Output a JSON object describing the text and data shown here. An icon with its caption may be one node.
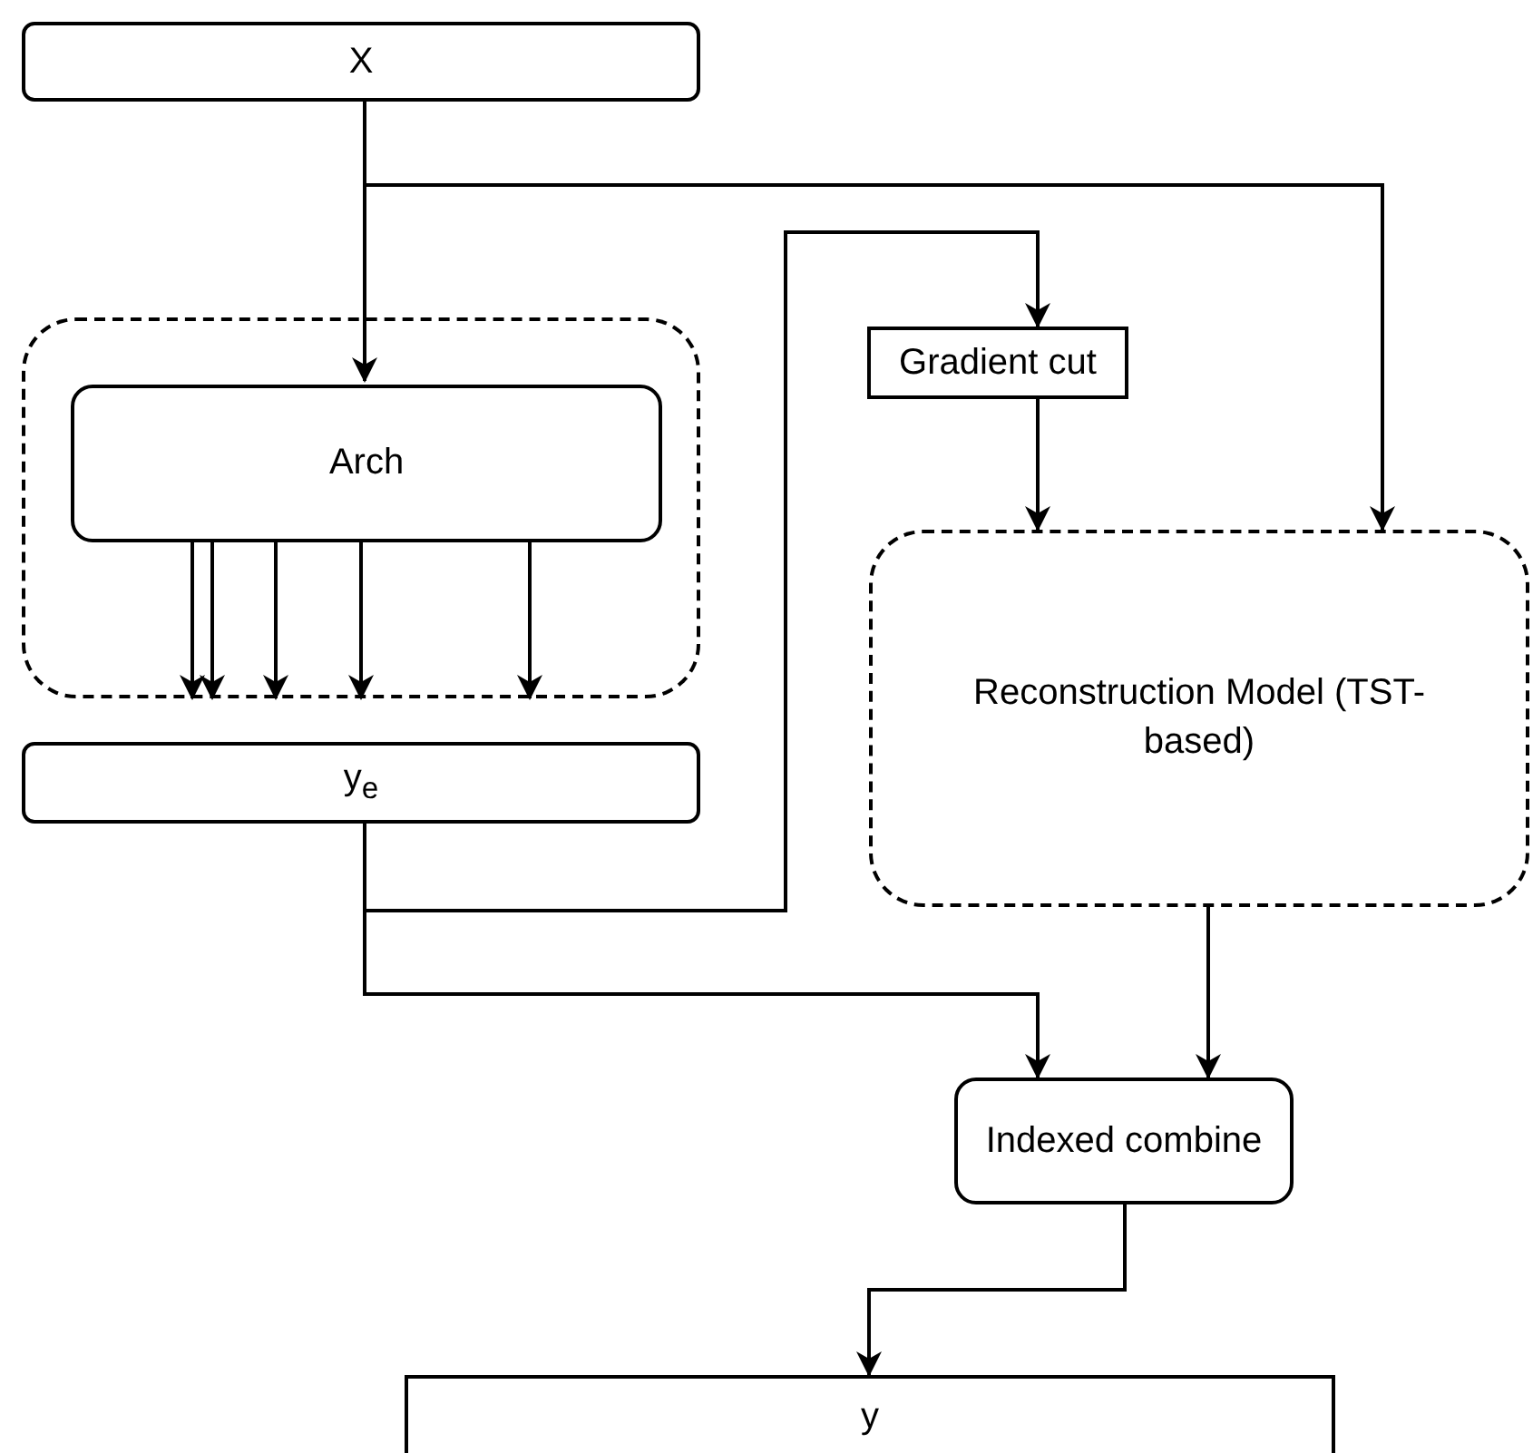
{
  "diagram": {
    "nodes": [
      {
        "text": [
          "X"
        ]
      },
      {
        "text": [],
        "shape": "box"
      },
      {
        "text": [
          "Arch"
        ],
        "in": 1
      },
      {
        "text": [
          "y$_{e}$"
        ]
      },
      {
        "text": [
          "Gradient cut"
        ]
      },
      {
        "text": [
          "Reconstruction Model (TST-based)"
        ]
      },
      {
        "text": [
          "Indexed combine"
        ]
      },
      {
        "text": [
          "y"
        ]
      }
    ],
    "edges": [
      {
        "from": 0,
        "to": 2,
        "arrow": "to"
      },
      {
        "from": 0,
        "to": 5,
        "arrow": "to"
      },
      {
        "from": 2,
        "to": 1,
        "arrow": "to"
      },
      {
        "from": 2,
        "to": 1,
        "arrow": "to"
      },
      {
        "from": 2,
        "to": 1,
        "arrow": "to"
      },
      {
        "from": 2,
        "to": 1,
        "arrow": "to"
      },
      {
        "from": 2,
        "to": 1,
        "arrow": "to"
      },
      {
        "from": 3,
        "to": 4,
        "arrow": "to"
      },
      {
        "from": 3,
        "to": 6,
        "arrow": "to"
      },
      {
        "from": 4,
        "to": 5,
        "arrow": "to"
      },
      {
        "from": 5,
        "to": 6,
        "arrow": "to"
      },
      {
        "from": 6,
        "to": 7,
        "arrow": "to"
      }
    ]
  }
}
